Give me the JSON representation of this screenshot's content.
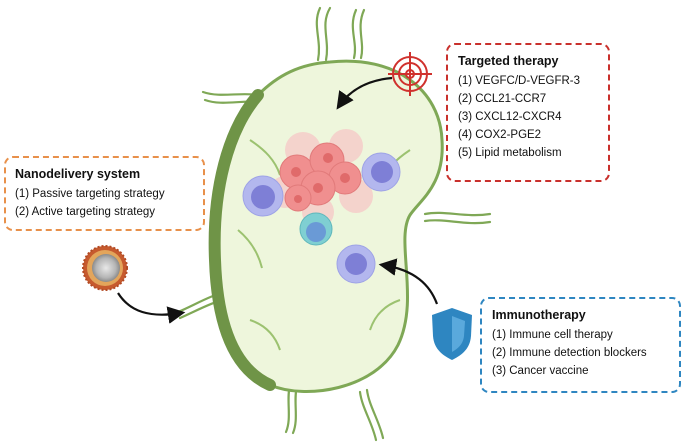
{
  "targeted_therapy": {
    "title": "Targeted therapy",
    "items": [
      "(1) VEGFC/D-VEGFR-3",
      "(2) CCL21-CCR7",
      "(3) CXCL12-CXCR4",
      "(4) COX2-PGE2",
      "(5) Lipid metabolism"
    ],
    "border_color": "#c9302c"
  },
  "nanodelivery_system": {
    "title": "Nanodelivery system",
    "items": [
      "(1) Passive targeting strategy",
      "(2) Active targeting strategy"
    ],
    "border_color": "#e8904a"
  },
  "immunotherapy": {
    "title": "Immunotherapy",
    "items": [
      "(1) Immune cell therapy",
      "(2) Immune detection blockers",
      "(3) Cancer vaccine"
    ],
    "border_color": "#2e86c1"
  },
  "icons": [
    "target-icon",
    "nanoparticle-icon",
    "shield-icon"
  ],
  "colors": {
    "node_fill": "#eef6dc",
    "node_outline": "#7fa856",
    "node_thick_edge": "#6f9447",
    "tumor": "#f08f8f",
    "immune_cell": "#b3b7ee",
    "immune_nucleus": "#7e7fd6"
  }
}
